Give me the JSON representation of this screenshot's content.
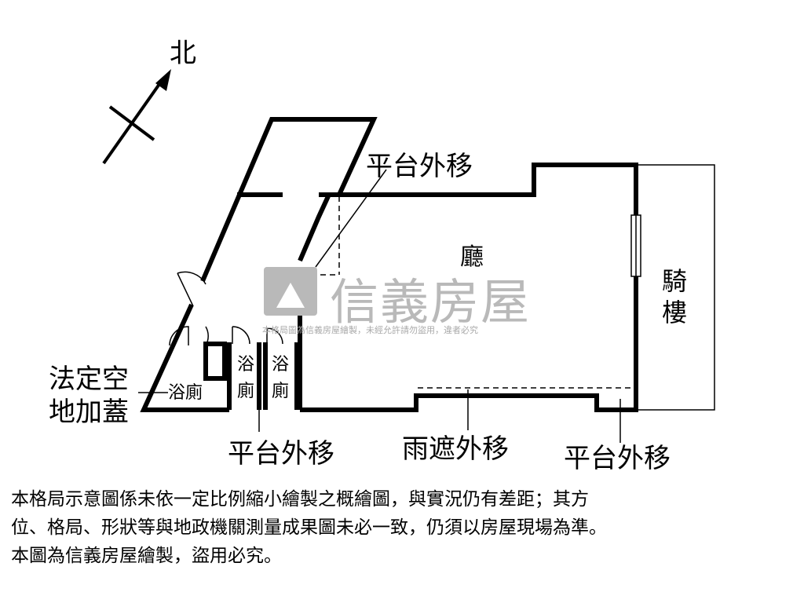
{
  "compass": {
    "north_label": "北"
  },
  "rooms": {
    "hall": "廳",
    "arcade": "騎樓",
    "bath_left": "浴廁",
    "bath_mid": "浴廁",
    "bath_right": "浴廁"
  },
  "annotations": {
    "platform_shift_top": "平台外移",
    "platform_shift_bottom_left": "平台外移",
    "canopy_shift": "雨遮外移",
    "platform_shift_bottom_right": "平台外移",
    "legal_open_space": "法定空地加蓋"
  },
  "watermark": {
    "brand": "信義房屋",
    "notice": "本格局圖為信義房屋繪製，未經允許請勿盜用，違者必究"
  },
  "disclaimer": {
    "line1": "本格局示意圖係未依一定比例縮小繪製之概繪圖，與實況仍有差距；其方",
    "line2": "位、格局、形狀等與地政機關測量成果圖未必一致，仍須以房屋現場為準。",
    "line3": "本圖為信義房屋繪製，盜用必究。"
  },
  "colors": {
    "wall": "#000000",
    "watermark": "#b9b9b9",
    "background": "#ffffff"
  }
}
